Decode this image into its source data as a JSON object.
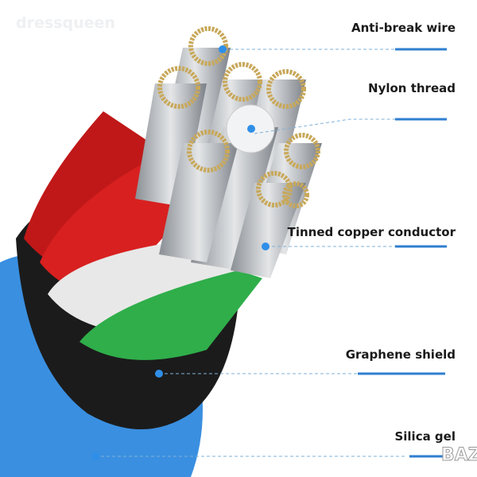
{
  "watermark": "dressqueen",
  "corner_watermark": "BAZAR",
  "labels": [
    {
      "text": "Anti-break wire"
    },
    {
      "text": "Nylon thread"
    },
    {
      "text": "Tinned copper conductor"
    },
    {
      "text": "Graphene shield"
    },
    {
      "text": "Silica gel"
    }
  ],
  "colors": {
    "accent": "#2f7fd0",
    "jacket": "#1b1b1b",
    "outer": "#3a8fe0"
  }
}
